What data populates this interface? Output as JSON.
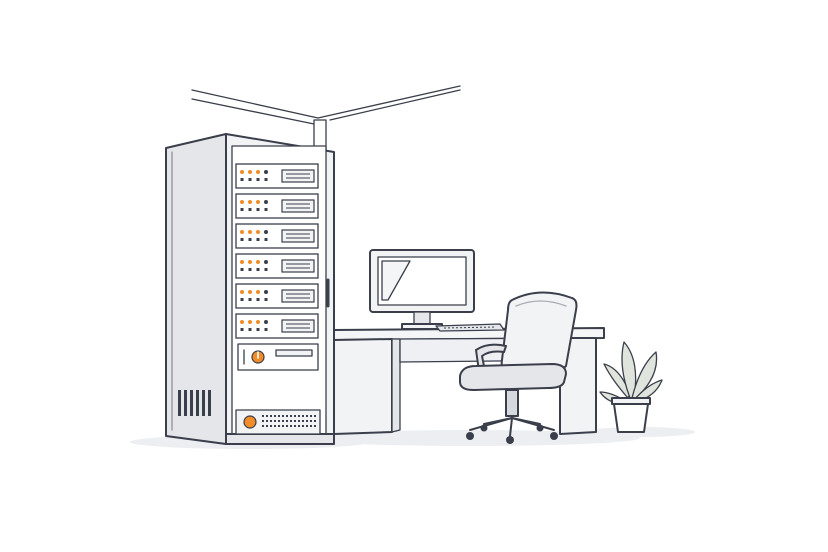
{
  "scene": {
    "subject": "server-room-workstation",
    "background": "#ffffff",
    "colors": {
      "outline": "#3a3f4b",
      "rack_fill": "#f2f3f5",
      "rack_side": "#e4e6ea",
      "unit_fill": "#ffffff",
      "accent": "#f28c28",
      "desk_fill": "#f4f5f7",
      "shadow": "#eceef1",
      "plant_green": "#dfe5dc"
    },
    "objects": {
      "server_rack": {
        "icon": "server-rack-icon",
        "server_units": 6,
        "power_units": 1
      },
      "monitor": {
        "icon": "monitor-icon"
      },
      "keyboard": {
        "icon": "keyboard-icon"
      },
      "desk": {
        "icon": "desk-icon"
      },
      "chair": {
        "icon": "office-chair-icon"
      },
      "plant": {
        "icon": "potted-plant-icon"
      },
      "ceiling_beam": {
        "icon": "ceiling-beam-icon"
      }
    }
  }
}
